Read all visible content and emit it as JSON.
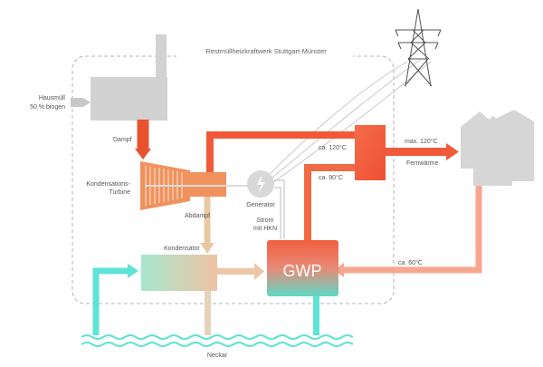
{
  "title": "Restmüllheizkraftwerk Stuttgart-Münster",
  "labels": {
    "input": [
      "Hausmüll",
      "50 % biogen"
    ],
    "steam": "Dampf",
    "turbine": [
      "Kondensations-",
      "Turbine"
    ],
    "exhaust_steam": "Abdampf",
    "generator": "Generator",
    "power": [
      "Strom",
      "mit HKN"
    ],
    "condenser": "Kondensator",
    "temp_120": "ca. 120°C",
    "temp_90": "ca. 90°C",
    "temp_max": "max. 120°C",
    "district_heating": "Fernwärme",
    "temp_60": "ca. 60°C",
    "heat_pump": "GWP",
    "river": "Neckar"
  },
  "colors": {
    "hot_pipe": "#f05a3a",
    "warm_pipe": "#f7a68f",
    "cold_water": "#5fe3d6",
    "exhaust_pipe": "#e9c9a4",
    "building_gray": "#d2d2d2",
    "outline_gray": "#b4b4b4",
    "text": "#555555"
  },
  "icons": {
    "generator": "lightning-bolt-icon",
    "transmission": "power-pylon-icon",
    "input_arrow": "arrow-right-icon"
  }
}
